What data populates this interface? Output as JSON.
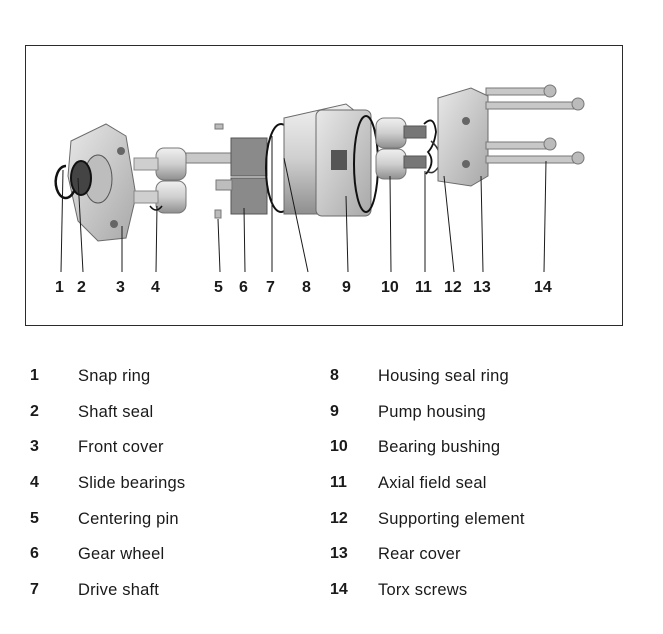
{
  "parts": [
    {
      "num": "1",
      "label": "Snap ring"
    },
    {
      "num": "2",
      "label": "Shaft seal"
    },
    {
      "num": "3",
      "label": "Front cover"
    },
    {
      "num": "4",
      "label": "Slide bearings"
    },
    {
      "num": "5",
      "label": "Centering pin"
    },
    {
      "num": "6",
      "label": "Gear wheel"
    },
    {
      "num": "7",
      "label": "Drive shaft"
    },
    {
      "num": "8",
      "label": "Housing seal ring"
    },
    {
      "num": "9",
      "label": "Pump housing"
    },
    {
      "num": "10",
      "label": "Bearing bushing"
    },
    {
      "num": "11",
      "label": "Axial field seal"
    },
    {
      "num": "12",
      "label": "Supporting element"
    },
    {
      "num": "13",
      "label": "Rear cover"
    },
    {
      "num": "14",
      "label": "Torx screws"
    }
  ],
  "colors": {
    "metal": "#d6d6d6",
    "metal_dark": "#9a9a9a",
    "ring": "#111111",
    "frame": "#2b2b2b"
  }
}
